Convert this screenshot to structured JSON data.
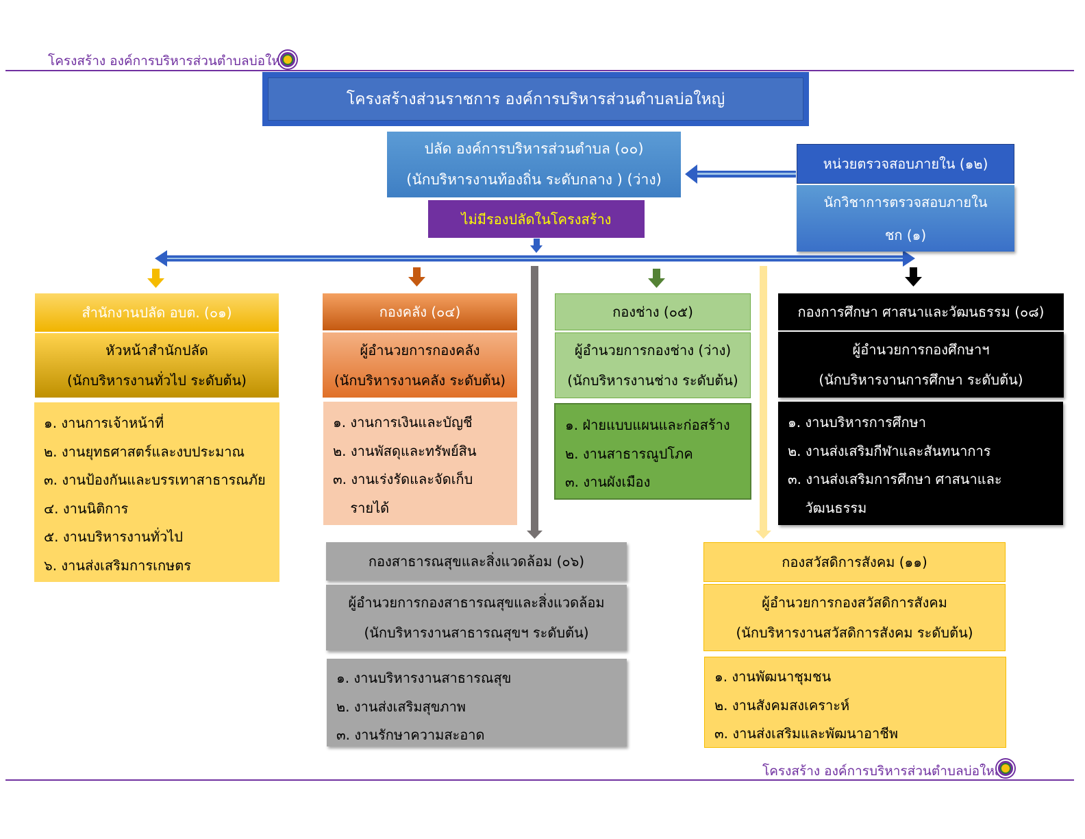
{
  "header": {
    "text": "โครงสร้าง  องค์การบริหารส่วนตำบลบ่อใหญ่"
  },
  "footer": {
    "text": "โครงสร้าง  องค์การบริหารส่วนตำบลบ่อใหญ่"
  },
  "title": "โครงสร้างส่วนราชการ  องค์การบริหารส่วนตำบลบ่อใหญ่",
  "palad": {
    "line1": "ปลัด  องค์การบริหารส่วนตำบล (๐๐)",
    "line2": "(นักบริหารงานท้องถิ่น  ระดับกลาง  )  (ว่าง)"
  },
  "no_deputy": "ไม่มีรองปลัดในโครงสร้าง",
  "audit": {
    "title": "หน่วยตรวจสอบภายใน  (๑๒)",
    "line1": "นักวิชาการตรวจสอบภายใน",
    "line2": "ชก (๑)"
  },
  "divisions": {
    "office": {
      "title": "สำนักงานปลัด  อบต. (๐๑)",
      "head1": "หัวหน้าสำนักปลัด",
      "head2": "(นักบริหารงานทั่วไป  ระดับต้น)",
      "items": [
        "๑. งานการเจ้าหน้าที่",
        "๒. งานยุทธศาสตร์และงบประมาณ",
        "๓. งานป้องกันและบรรเทาสาธารณภัย",
        "๔. งานนิติการ",
        "๕. งานบริหารงานทั่วไป",
        "๖. งานส่งเสริมการเกษตร"
      ]
    },
    "finance": {
      "title": "กองคลัง  (๐๔)",
      "head1": "ผู้อำนวยการกองคลัง",
      "head2": "(นักบริหารงานคลัง ระดับต้น)",
      "items": [
        "๑. งานการเงินและบัญชี",
        "๒. งานพัสดุและทรัพย์สิน",
        "๓. งานเร่งรัดและจัดเก็บ",
        "    รายได้"
      ]
    },
    "engineering": {
      "title": "กองช่าง  (๐๕)",
      "head1": "ผู้อำนวยการกองช่าง (ว่าง)",
      "head2": "(นักบริหารงานช่าง ระดับต้น)",
      "items": [
        "๑. ฝ่ายแบบแผนและก่อสร้าง",
        "๒. งานสาธารณูปโภค",
        "๓. งานผังเมือง"
      ]
    },
    "education": {
      "title": "กองการศึกษา  ศาสนาและวัฒนธรรม (๐๘)",
      "head1": "ผู้อำนวยการกองศึกษาฯ",
      "head2": "(นักบริหารงานการศึกษา ระดับต้น)",
      "items": [
        "๑. งานบริหารการศึกษา",
        "๒. งานส่งเสริมกีฬาและสันทนาการ",
        "๓. งานส่งเสริมการศึกษา  ศาสนาและ",
        "    วัฒนธรรม"
      ]
    },
    "health": {
      "title": "กองสาธารณสุขและสิ่งแวดล้อม  (๐๖)",
      "head1": "ผู้อำนวยการกองสาธารณสุขและสิ่งแวดล้อม",
      "head2": "(นักบริหารงานสาธารณสุขฯ ระดับต้น)",
      "items": [
        "๑. งานบริหารงานสาธารณสุข",
        "๒. งานส่งเสริมสุขภาพ",
        "๓. งานรักษาความสะอาด"
      ]
    },
    "welfare": {
      "title": "กองสวัสดิการสังคม  (๑๑)",
      "head1": "ผู้อำนวยการกองสวัสดิการสังคม",
      "head2": "(นักบริหารงานสวัสดิการสังคม ระดับต้น)",
      "items": [
        "๑. งานพัฒนาชุมชน",
        "๒. งานสังคมสงเคราะห์",
        "๓. งานส่งเสริมและพัฒนาอาชีพ"
      ]
    }
  },
  "colors": {
    "title_blue": "#2f5fc4",
    "palad_blue": "#5b9bd5",
    "purple": "#7030a0",
    "gold": "#f5bb00",
    "orange": "#e0742c",
    "green_light": "#a9d18e",
    "green": "#70ad47",
    "black": "#000000",
    "gray": "#a6a6a6",
    "yellow_light": "#ffd966"
  }
}
